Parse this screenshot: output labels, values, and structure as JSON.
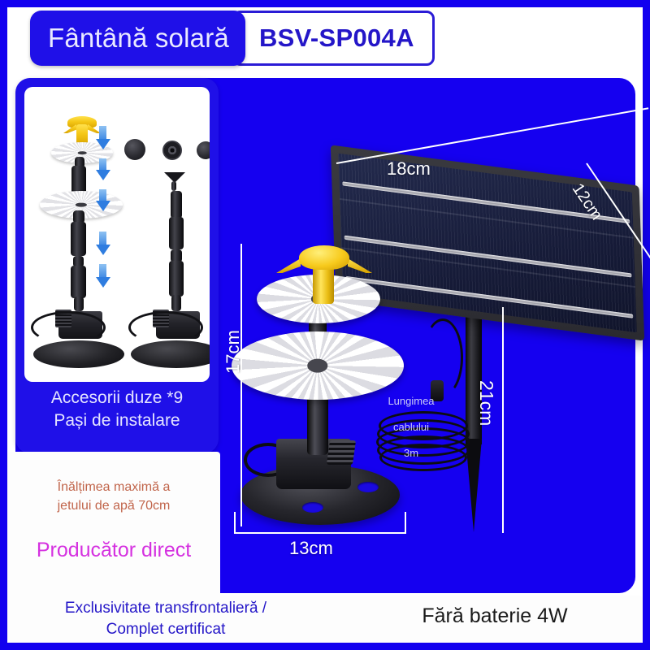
{
  "header": {
    "title": "Fântână solară",
    "model": "BSV-SP004A"
  },
  "left_panel": {
    "caption_line1": "Accesorii duze *9",
    "caption_line2": "Pași de instalare",
    "diagram_alt": "nozzle-accessories-and-assembly-steps"
  },
  "left_info": {
    "jet_height_line1": "Înălțimea maximă a",
    "jet_height_line2": "jetului de apă 70cm",
    "producer": "Producător direct"
  },
  "bottom": {
    "exclusivity_line1": "Exclusivitate transfrontalieră /",
    "exclusivity_line2": "Complet certificat",
    "no_battery": "Fără baterie 4W"
  },
  "dimensions": {
    "panel_width": "18cm",
    "panel_depth": "12cm",
    "stake_height": "21cm",
    "fountain_height": "17cm",
    "base_diameter": "13cm",
    "cable_label_line1": "Lungimea",
    "cable_label_line2": "cablului",
    "cable_label_line3": "3m"
  },
  "colors": {
    "background_blue": "#1500f0",
    "header_pill_blue": "#1f10e8",
    "model_text_blue": "#2416c8",
    "producer_magenta": "#d531e0",
    "jet_height_orange": "#c1654b",
    "white": "#ffffff"
  }
}
